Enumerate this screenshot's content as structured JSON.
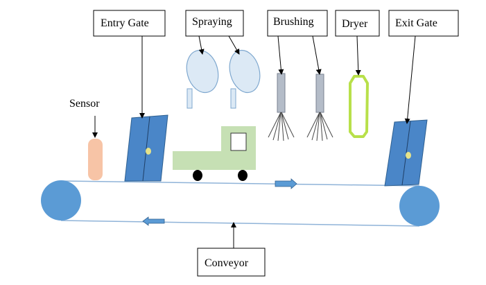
{
  "labels": {
    "entry_gate": "Entry Gate",
    "spraying": "Spraying",
    "brushing": "Brushing",
    "dryer": "Dryer",
    "exit_gate": "Exit Gate",
    "sensor": "Sensor",
    "conveyor": "Conveyor"
  },
  "colors": {
    "pulley": "#5b9bd5",
    "gate": "#4a86c8",
    "gate_knob": "#e6e38a",
    "sensor": "#f7c4a6",
    "car_body": "#c6e0b4",
    "nozzle": "#dce9f5",
    "nozzle_stroke": "#7fa8cf",
    "brush_handle": "#b4bcc8",
    "dryer": "#b8e04a",
    "arrow": "#5b9bd5",
    "belt_line": "#8fb3d8"
  }
}
